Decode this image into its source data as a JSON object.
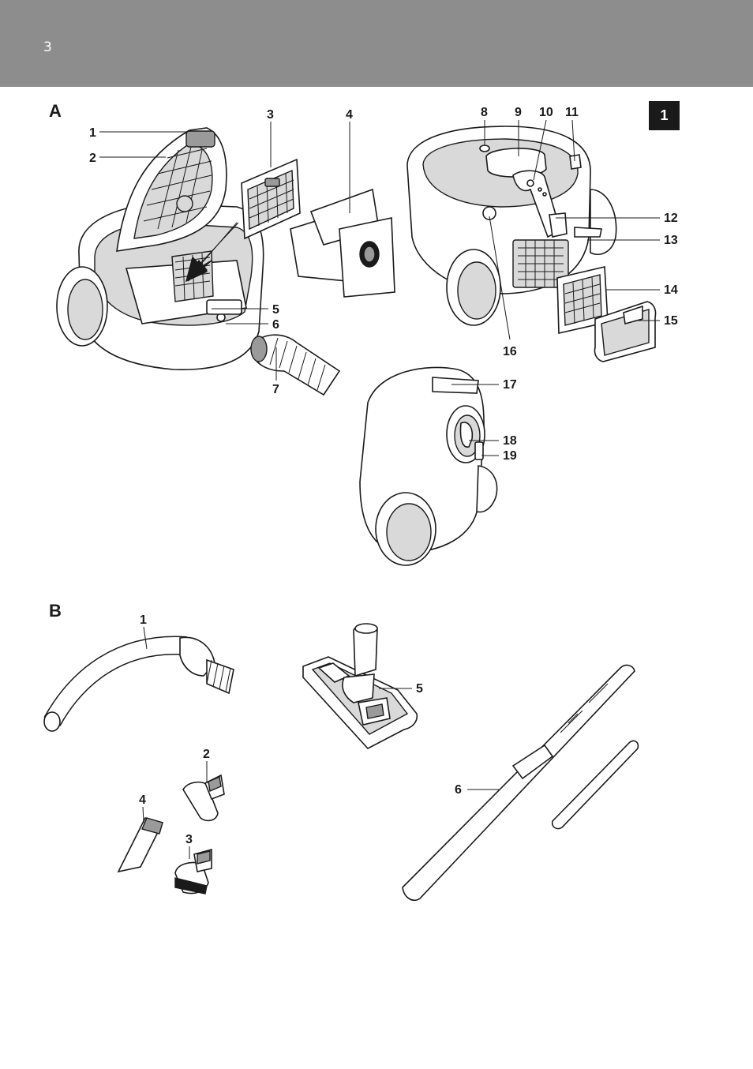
{
  "header": {
    "page_number": "3"
  },
  "chapter_tab": "1",
  "sections": {
    "a": {
      "letter": "A",
      "callouts": [
        "1",
        "2",
        "3",
        "4",
        "5",
        "6",
        "7",
        "8",
        "9",
        "10",
        "11",
        "12",
        "13",
        "14",
        "15",
        "16",
        "17",
        "18",
        "19"
      ]
    },
    "b": {
      "letter": "B",
      "callouts": [
        "1",
        "2",
        "3",
        "4",
        "5",
        "6"
      ]
    }
  },
  "colors": {
    "header_band": "#8e8d8d",
    "tab": "#1a1a1a"
  }
}
